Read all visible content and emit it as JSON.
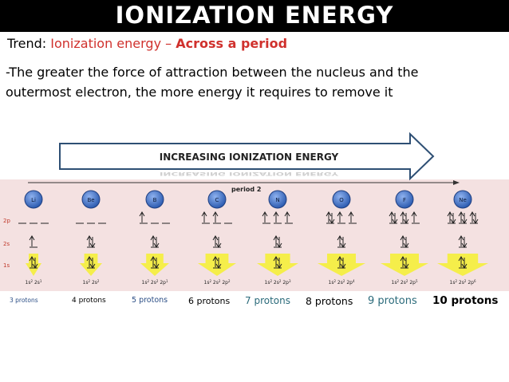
{
  "title": "IONIZATION ENERGY",
  "trend": {
    "label": "Trend: ",
    "topic": "Ionization energy – ",
    "subtopic": "Across a period"
  },
  "description_lines": [
    "-The greater the force of attraction between the nucleus and the",
    "outermost electron, the more energy it requires to remove it"
  ],
  "arrow_label": "INCREASING IONIZATION ENERGY",
  "period_label": "period 2",
  "orbital_labels": [
    "2p",
    "2s",
    "1s"
  ],
  "elements": [
    {
      "symbol": "Li",
      "config": [
        "1s",
        "2",
        " 2s",
        "1"
      ],
      "protons": "3 protons"
    },
    {
      "symbol": "Be",
      "config": [
        "1s",
        "2",
        " 2s",
        "2"
      ],
      "protons": "4 protons"
    },
    {
      "symbol": "B",
      "config": [
        "1s",
        "2",
        " 2s",
        "2",
        " 2p",
        "1"
      ],
      "protons": "5 protons"
    },
    {
      "symbol": "C",
      "config": [
        "1s",
        "2",
        " 2s",
        "2",
        " 2p",
        "2"
      ],
      "protons": "6 protons"
    },
    {
      "symbol": "N",
      "config": [
        "1s",
        "2",
        " 2s",
        "2",
        " 2p",
        "3"
      ],
      "protons": "7 protons"
    },
    {
      "symbol": "O",
      "config": [
        "1s",
        "2",
        " 2s",
        "2",
        " 2p",
        "4"
      ],
      "protons": "8 protons"
    },
    {
      "symbol": "F",
      "config": [
        "1s",
        "2",
        " 2s",
        "2",
        " 2p",
        "5"
      ],
      "protons": "9 protons"
    },
    {
      "symbol": "Ne",
      "config": [
        "1s",
        "2",
        " 2s",
        "2",
        " 2p",
        "6"
      ],
      "protons": "10 protons"
    }
  ],
  "colors": {
    "red": "#d0312d",
    "atom_blue": "#3d6bbf",
    "yellow_arrow": "#f5f03a",
    "band": "#f2dede",
    "proton_blue": "#2a4d85",
    "proton_teal": "#2a6a7a"
  }
}
